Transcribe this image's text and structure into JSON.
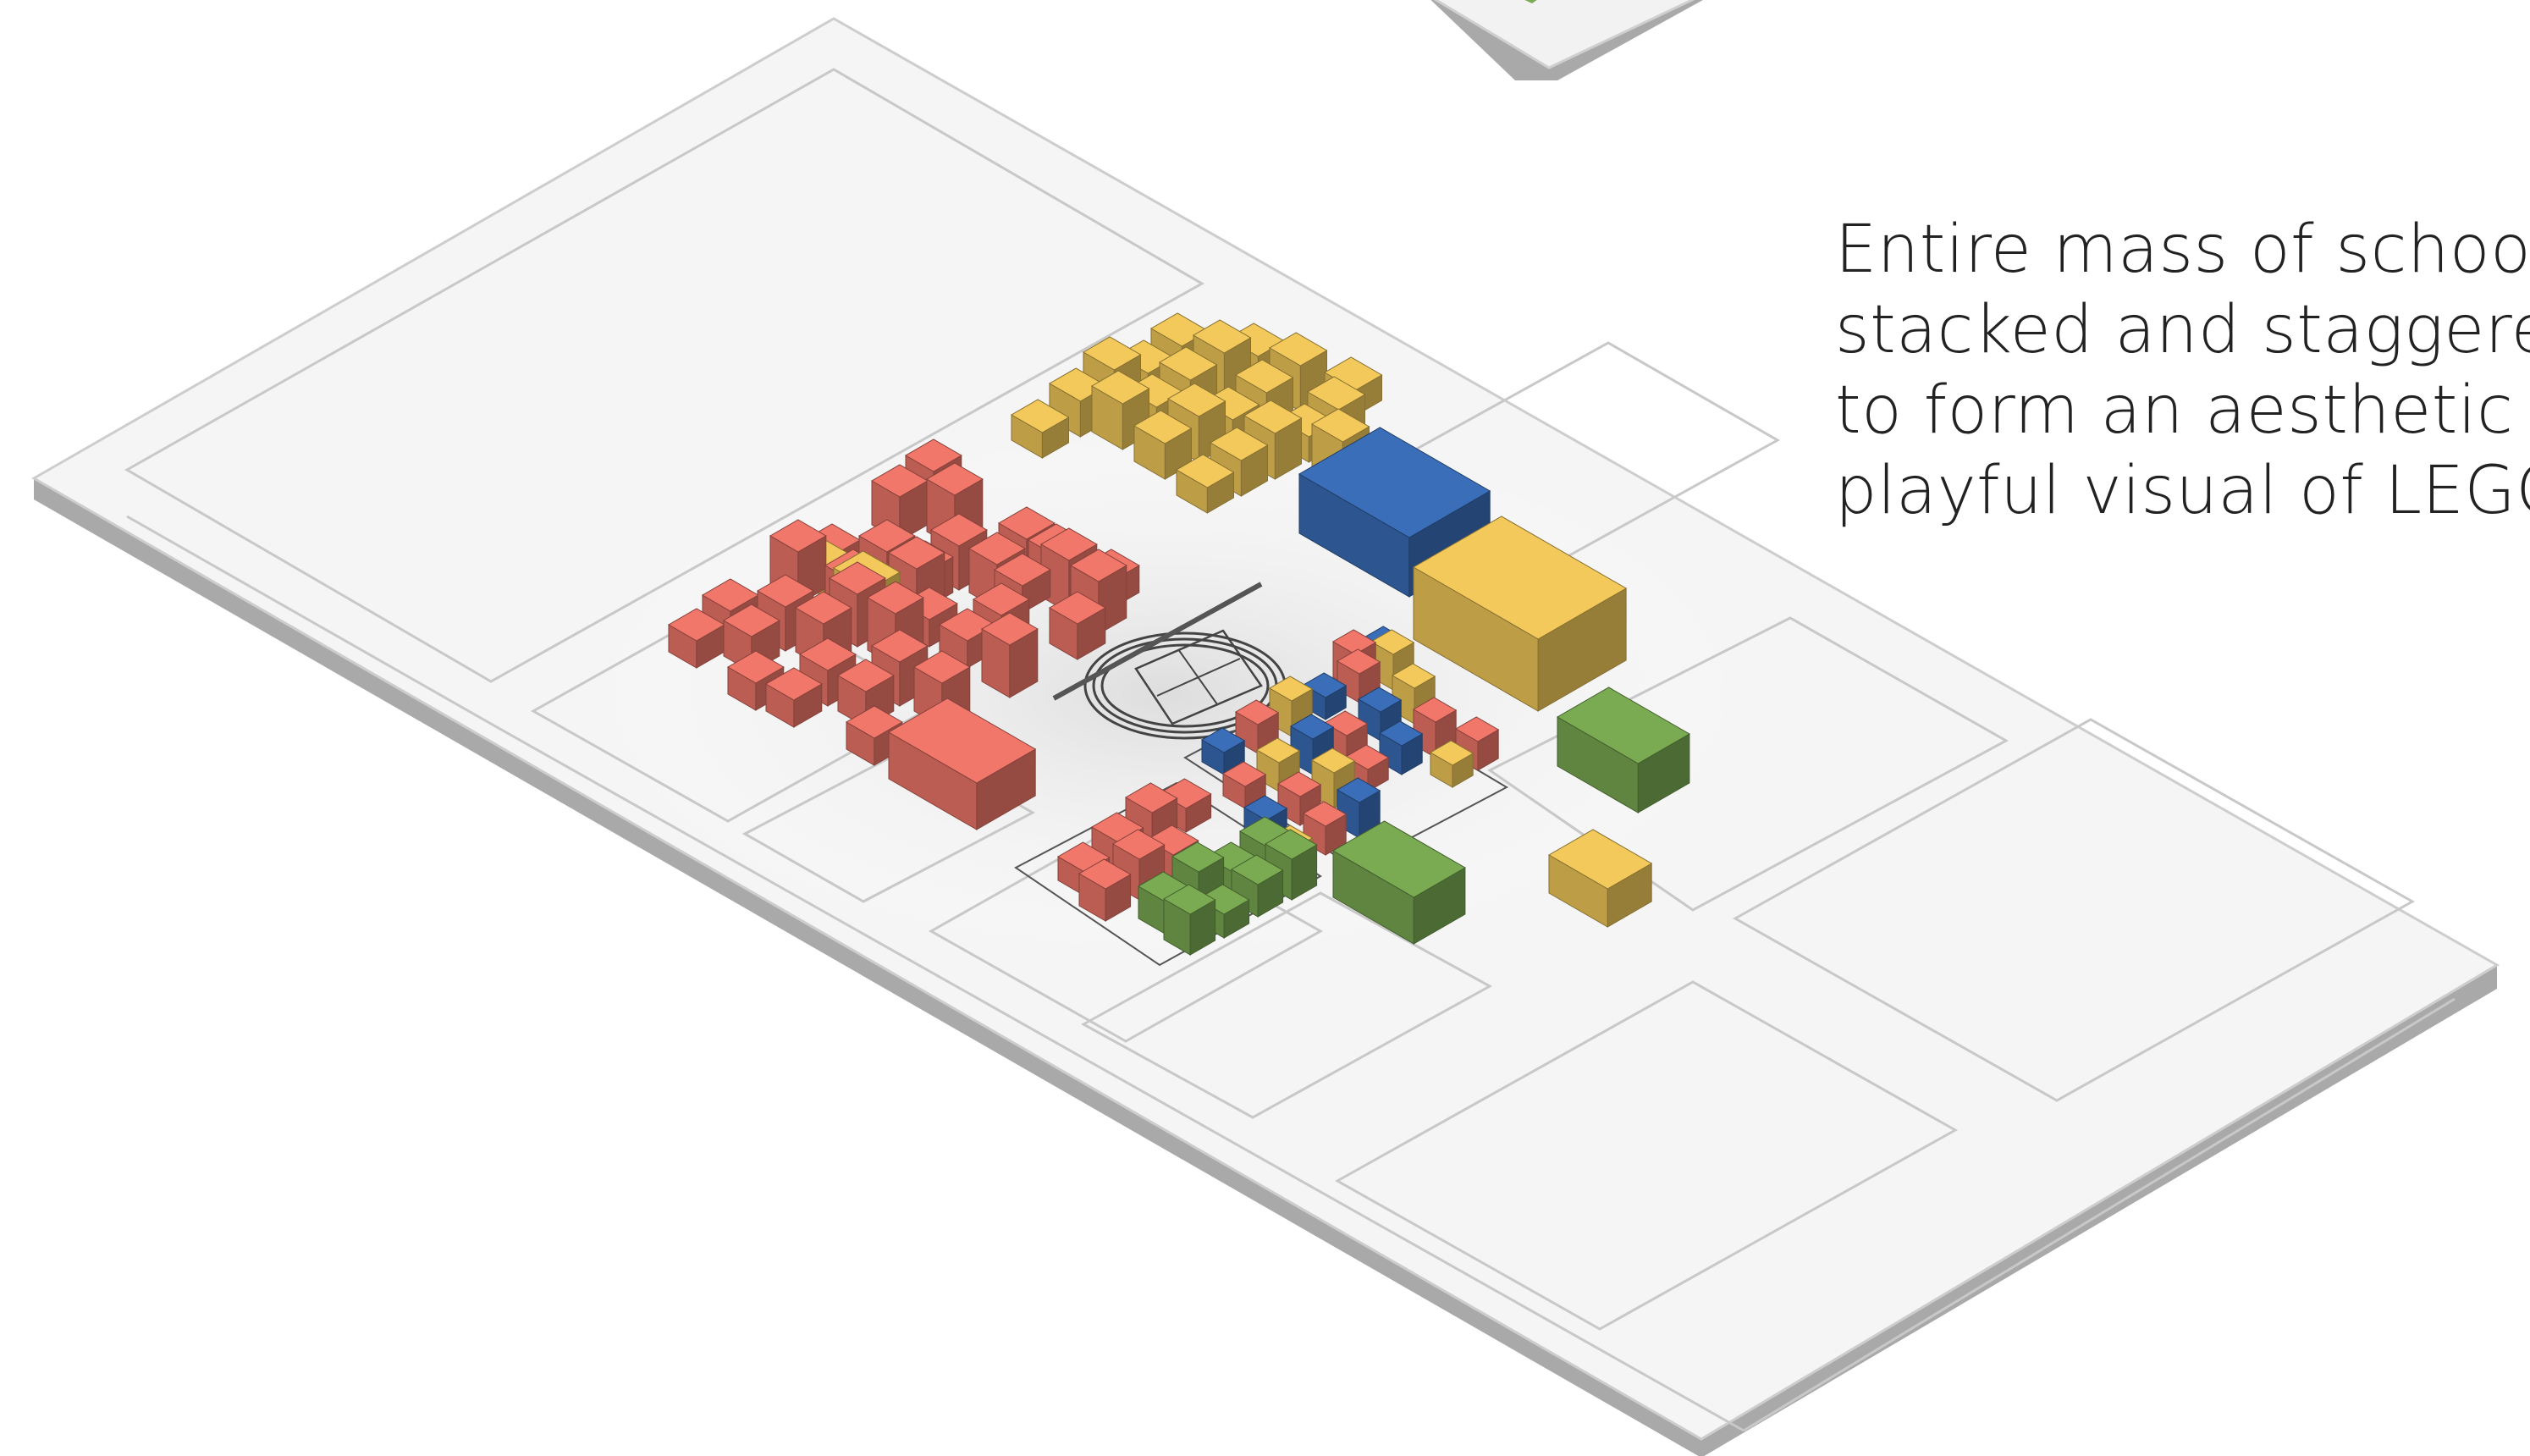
{
  "caption": {
    "lines": [
      "Entire mass of school",
      "stacked and staggered",
      "to form an aesthetic",
      "playful visual of LEGO."
    ]
  },
  "colors": {
    "background": "#ffffff",
    "site_top": "#f4f4f4",
    "site_edge": "#cfcfcf",
    "site_shadow": "#a9a9a9",
    "lines": "#c6c6c6",
    "red": "#f0776a",
    "yellow": "#f2c95a",
    "blue": "#3a6eb9",
    "green": "#7aab52"
  }
}
